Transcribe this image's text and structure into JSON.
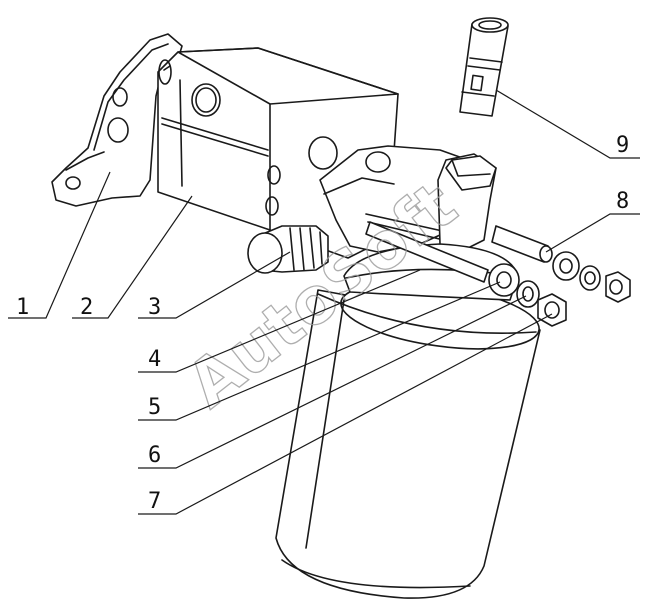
{
  "watermark": "AutoSoft",
  "callouts": [
    "1",
    "2",
    "3",
    "4",
    "5",
    "6",
    "7",
    "8",
    "9"
  ]
}
